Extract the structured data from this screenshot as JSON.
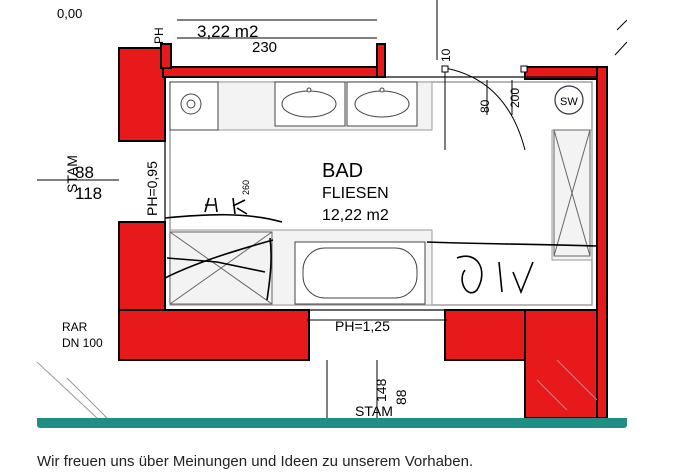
{
  "plan": {
    "room_name": "BAD",
    "floor": "FLIESEN",
    "area": "12,22 m2",
    "top_area": "3,22 m2",
    "top_dim": "230",
    "top_small_dim": "10",
    "dim_80": "80",
    "dim_200": "200",
    "sw_label": "SW",
    "height_260": "260",
    "left_label_88": "88",
    "left_label_stam": "STAM",
    "left_label_118": "118",
    "ph_left": "PH=0,95",
    "ph_top": "PH",
    "ph_bottom": "PH=1,25",
    "rar": "RAR",
    "dn": "DN 100",
    "bottom_148": "148",
    "bottom_88": "88",
    "bottom_stam": "STAM",
    "top_left_partial": "0,00"
  },
  "colors": {
    "wall": "#e8191b",
    "teal": "#1f8f86",
    "line": "#000000"
  },
  "caption": "Wir freuen uns über Meinungen und Ideen zu unserem Vorhaben."
}
